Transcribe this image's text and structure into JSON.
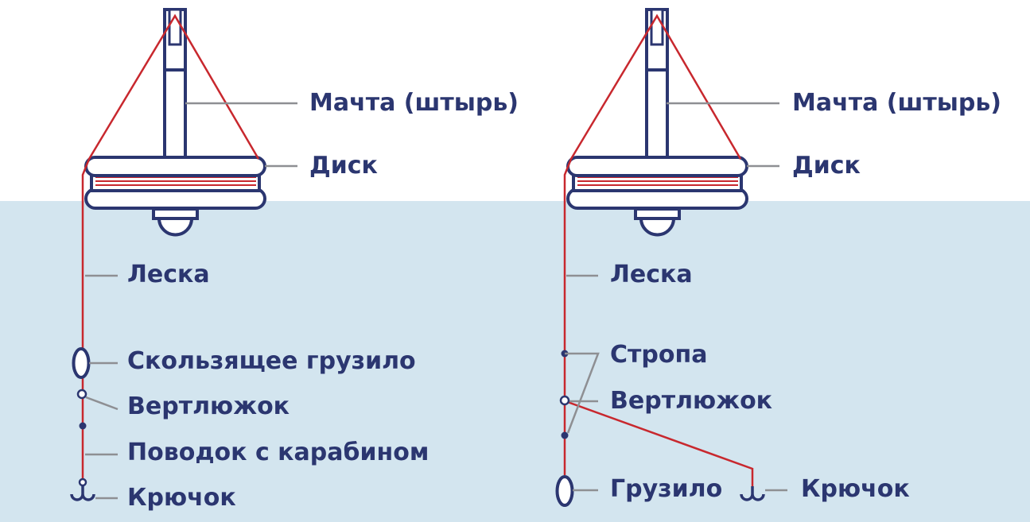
{
  "colors": {
    "navy": "#2b3670",
    "line_red": "#c8282e",
    "leader_gray": "#8e8f93",
    "water": "#d3e5ef",
    "white": "#ffffff"
  },
  "left_rig": {
    "mast_label": "Мачта (штырь)",
    "disc_label": "Диск",
    "line_label": "Леска",
    "sinker_label": "Скользящее грузило",
    "swivel_label": "Вертлюжок",
    "leader_label": "Поводок с карабином",
    "hook_label": "Крючок"
  },
  "right_rig": {
    "mast_label": "Мачта (штырь)",
    "disc_label": "Диск",
    "line_label": "Леска",
    "sling_label": "Стропа",
    "swivel_label": "Вертлюжок",
    "sinker_label": "Грузило",
    "hook_label": "Крючок"
  }
}
